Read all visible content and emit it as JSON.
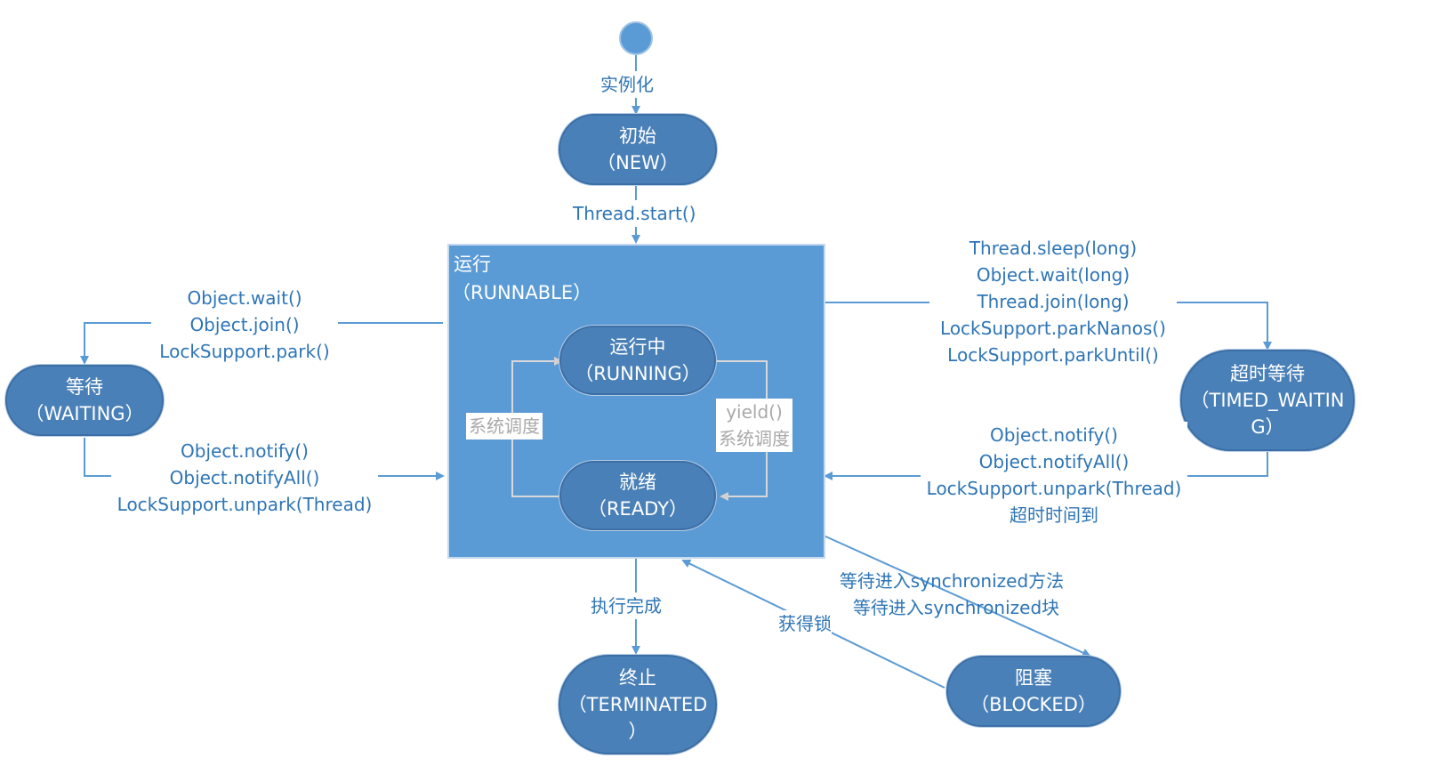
{
  "colors": {
    "accent": "#5b9bd5",
    "node": "#4a80b8",
    "text": "#2e75b6",
    "inner_label": "#a9a9a9"
  },
  "states": {
    "new": {
      "cn": "初始",
      "en": "（NEW）"
    },
    "runnable": {
      "cn": "运行",
      "en": "（RUNNABLE）"
    },
    "running": {
      "cn": "运行中",
      "en": "（RUNNING）"
    },
    "ready": {
      "cn": "就绪",
      "en": "（READY）"
    },
    "waiting": {
      "cn": "等待",
      "en": "（WAITING）"
    },
    "timed_waiting": {
      "cn": "超时等待",
      "en_line1": "（TIMED_WAITIN",
      "en_line2": "G）"
    },
    "terminated": {
      "cn": "终止",
      "en_line1": "（TERMINATED",
      "en_line2": "）"
    },
    "blocked": {
      "cn": "阻塞",
      "en": "（BLOCKED）"
    }
  },
  "transitions": {
    "instantiate": "实例化",
    "start": "Thread.start()",
    "to_waiting": [
      "Object.wait()",
      "Object.join()",
      "LockSupport.park()"
    ],
    "from_waiting": [
      "Object.notify()",
      "Object.notifyAll()",
      "LockSupport.unpark(Thread)"
    ],
    "to_timed_waiting": [
      "Thread.sleep(long)",
      "Object.wait(long)",
      "Thread.join(long)",
      "LockSupport.parkNanos()",
      "LockSupport.parkUntil()"
    ],
    "from_timed_waiting": [
      "Object.notify()",
      "Object.notifyAll()",
      "LockSupport.unpark(Thread)",
      "超时时间到"
    ],
    "schedule_left": "系统调度",
    "yield": "yield()",
    "schedule_right": "系统调度",
    "finish": "执行完成",
    "to_blocked": [
      "等待进入synchronized方法",
      "等待进入synchronized块"
    ],
    "acquire_lock": "获得锁"
  }
}
